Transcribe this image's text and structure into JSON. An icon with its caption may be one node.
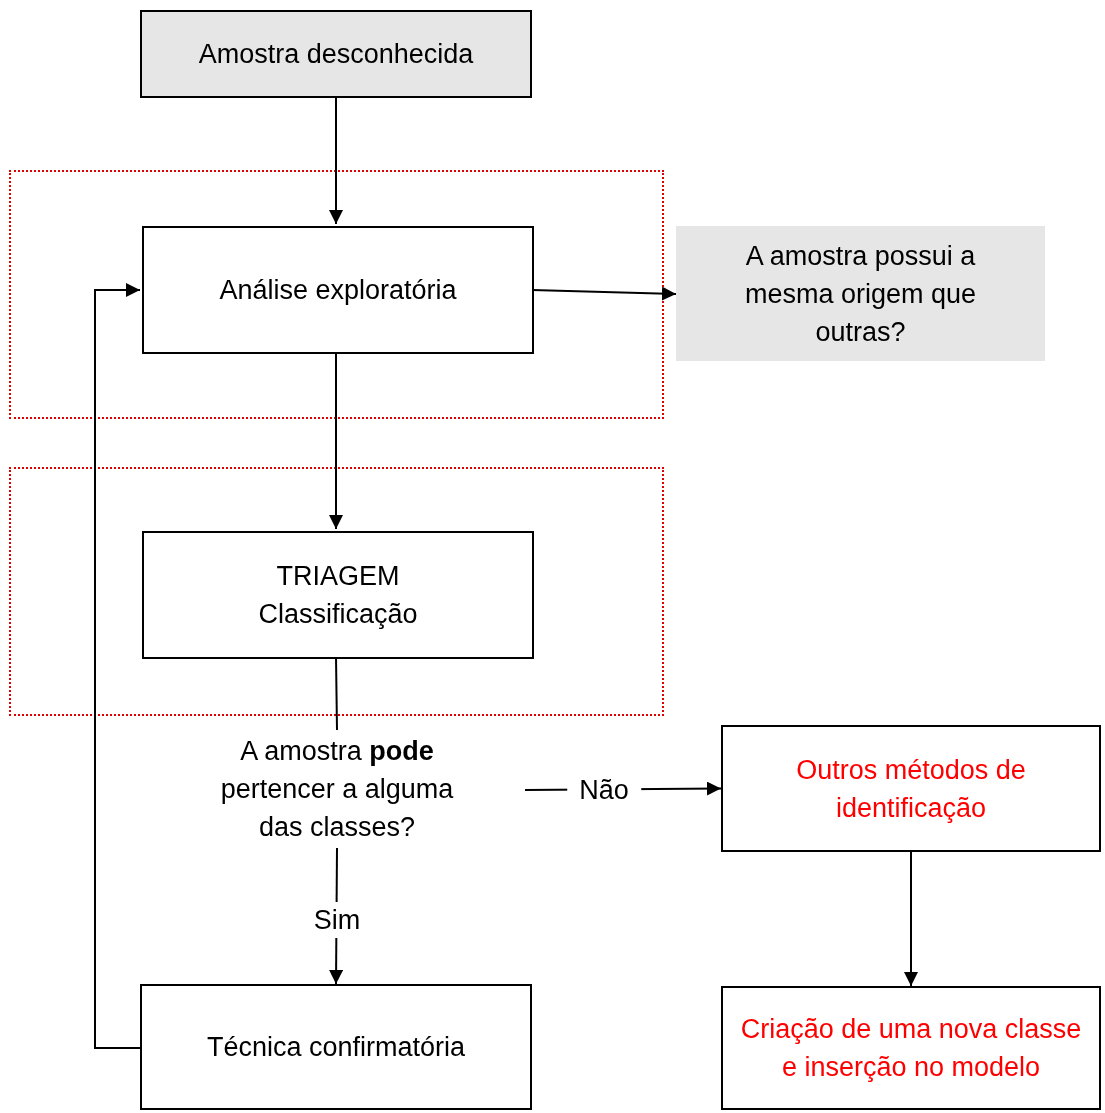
{
  "diagram": {
    "nodes": [
      {
        "text": [
          "Amostra desconhecida"
        ]
      },
      {
        "text": [],
        "shape": "box"
      },
      {
        "text": [
          "Análise exploratória"
        ],
        "in": 1
      },
      {
        "text": [
          "A amostra possui a mesma origem que outras?"
        ]
      },
      {
        "text": [],
        "shape": "box"
      },
      {
        "text": [
          "TRIAGEM",
          "Classificação"
        ],
        "in": 4
      },
      {
        "text": [
          "A amostra **pode** pertencer a alguma das classes?"
        ]
      },
      {
        "text": [
          "Outros métodos de identificação"
        ]
      },
      {
        "text": [
          "Técnica confirmatória"
        ]
      },
      {
        "text": [
          "Criação de uma nova classe e inserção no modelo"
        ]
      }
    ],
    "edges": [
      {
        "from": 0,
        "to": 2,
        "arrow": "to"
      },
      {
        "from": 2,
        "to": 3,
        "arrow": "to"
      },
      {
        "from": 2,
        "to": 5,
        "arrow": "to"
      },
      {
        "from": 5,
        "to": 6,
        "arrow": "none"
      },
      {
        "from": 6,
        "to": 7,
        "arrow": "to",
        "label": "Não"
      },
      {
        "from": 6,
        "to": 8,
        "arrow": "to",
        "label": "Sim"
      },
      {
        "from": 7,
        "to": 9,
        "arrow": "to"
      },
      {
        "from": 8,
        "to": 2,
        "arrow": "to"
      }
    ]
  }
}
